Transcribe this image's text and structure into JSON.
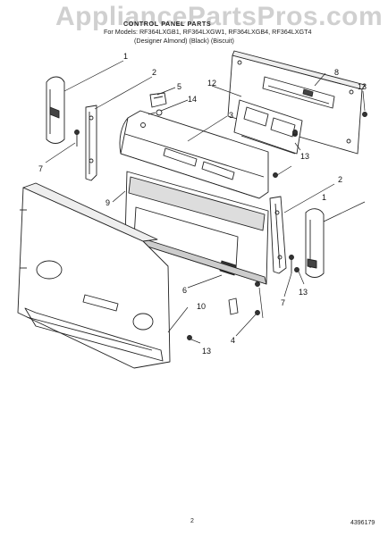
{
  "header": {
    "watermark": "AppliancePartsPros.com",
    "title": "CONTROL PANEL PARTS",
    "models_line": "For Models: RF364LXGB1, RF364LXGW1, RF364LXGB4, RF364LXGT4",
    "colors_line": "(Designer Almond)       (Black)                 (Biscuit)"
  },
  "callouts": [
    {
      "id": "c1a",
      "label": "1"
    },
    {
      "id": "c1b",
      "label": "1"
    },
    {
      "id": "c2a",
      "label": "2"
    },
    {
      "id": "c2b",
      "label": "2"
    },
    {
      "id": "c3",
      "label": "3"
    },
    {
      "id": "c4",
      "label": "4"
    },
    {
      "id": "c5",
      "label": "5"
    },
    {
      "id": "c6",
      "label": "6"
    },
    {
      "id": "c7a",
      "label": "7"
    },
    {
      "id": "c7b",
      "label": "7"
    },
    {
      "id": "c8",
      "label": "8"
    },
    {
      "id": "c9",
      "label": "9"
    },
    {
      "id": "c10",
      "label": "10"
    },
    {
      "id": "c12",
      "label": "12"
    },
    {
      "id": "c13a",
      "label": "13"
    },
    {
      "id": "c13b",
      "label": "13"
    },
    {
      "id": "c13c",
      "label": "13"
    },
    {
      "id": "c13d",
      "label": "13"
    },
    {
      "id": "c14",
      "label": "14"
    }
  ],
  "footer": {
    "page_number": "2",
    "part_number": "4396179"
  }
}
